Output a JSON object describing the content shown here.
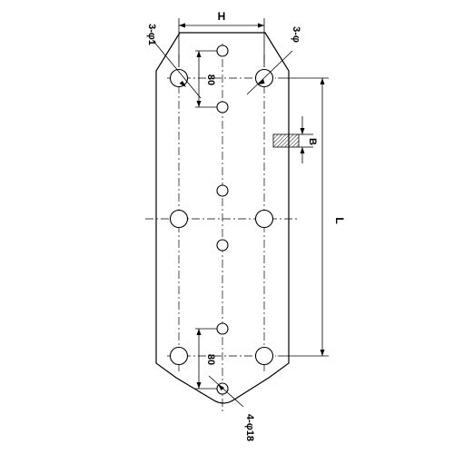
{
  "labels": {
    "width": "H",
    "length": "L",
    "thickness": "B",
    "hole_top_left": "3-φ1",
    "hole_top_right": "3-φ",
    "hole_bottom": "4-φ18",
    "pitch_top": "80",
    "pitch_bottom": "80"
  }
}
